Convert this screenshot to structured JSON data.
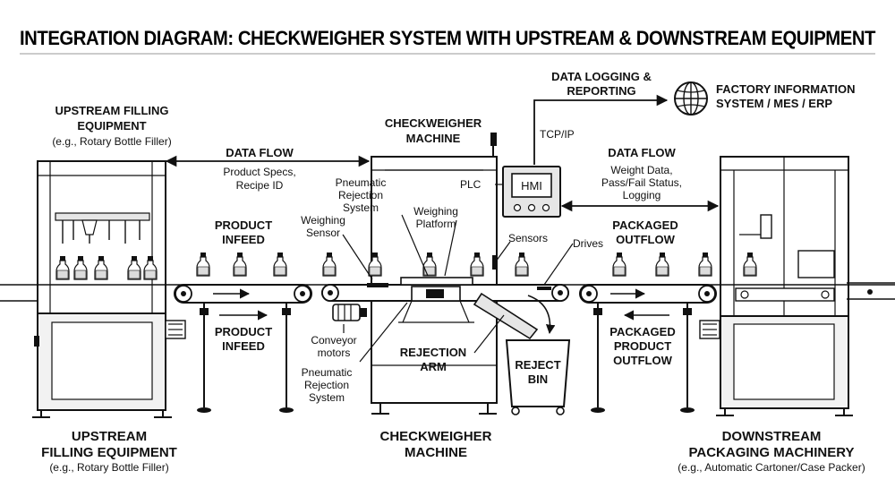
{
  "title": "INTEGRATION DIAGRAM: CHECKWEIGHER SYSTEM WITH UPSTREAM & DOWNSTREAM EQUIPMENT",
  "top_labels": {
    "upstream_l1": "UPSTREAM FILLING",
    "upstream_l2": "EQUIPMENT",
    "upstream_sub": "(e.g., Rotary Bottle Filler)",
    "checkweigher_l1": "CHECKWEIGHER",
    "checkweigher_l2": "MACHINE",
    "data_logging_l1": "DATA LOGGING &",
    "data_logging_l2": "REPORTING",
    "factory_l1": "FACTORY INFORMATION",
    "factory_l2": "SYSTEM / MES / ERP",
    "tcpip": "TCP/IP"
  },
  "data_flow_left": {
    "heading": "DATA FLOW",
    "line1": "Product Specs,",
    "line2": "Recipe ID"
  },
  "data_flow_right": {
    "heading": "DATA FLOW",
    "line1": "Weight Data,",
    "line2": "Pass/Fail Status,",
    "line3": "Logging"
  },
  "components": {
    "plc": "PLC",
    "hmi": "HMI",
    "pneumatic_top_l1": "Pneumatic",
    "pneumatic_top_l2": "Rejection",
    "pneumatic_top_l3": "System",
    "weighing_sensor_l1": "Weighing",
    "weighing_sensor_l2": "Sensor",
    "weighing_platform_l1": "Weighing",
    "weighing_platform_l2": "Platform",
    "sensors": "Sensors",
    "drives": "Drives",
    "conveyor_motors_l1": "Conveyor",
    "conveyor_motors_l2": "motors",
    "pneumatic_bottom_l1": "Pneumatic",
    "pneumatic_bottom_l2": "Rejection",
    "pneumatic_bottom_l3": "System",
    "rejection_arm_l1": "REJECTION",
    "rejection_arm_l2": "ARM",
    "reject_bin_l1": "REJECT",
    "reject_bin_l2": "BIN"
  },
  "flow_labels": {
    "product_infeed_top_l1": "PRODUCT",
    "product_infeed_top_l2": "INFEED",
    "product_infeed_bottom_l1": "PRODUCT",
    "product_infeed_bottom_l2": "INFEED",
    "packaged_outflow_top_l1": "PACKAGED",
    "packaged_outflow_top_l2": "OUTFLOW",
    "packaged_outflow_bottom_l1": "PACKAGED",
    "packaged_outflow_bottom_l2": "PRODUCT",
    "packaged_outflow_bottom_l3": "OUTFLOW"
  },
  "bottom_labels": {
    "upstream_l1": "UPSTREAM",
    "upstream_l2": "FILLING EQUIPMENT",
    "upstream_sub": "(e.g., Rotary Bottle Filler)",
    "checkweigher_l1": "CHECKWEIGHER",
    "checkweigher_l2": "MACHINE",
    "downstream_l1": "DOWNSTREAM",
    "downstream_l2": "PACKAGING MACHINERY",
    "downstream_sub": "(e.g., Automatic Cartoner/Case Packer)"
  },
  "colors": {
    "ink": "#111111",
    "background": "#ffffff",
    "panel_fill": "#e6e6e6",
    "machine_fill": "#f2f2f2",
    "product_fill": "#dcdcdc"
  }
}
